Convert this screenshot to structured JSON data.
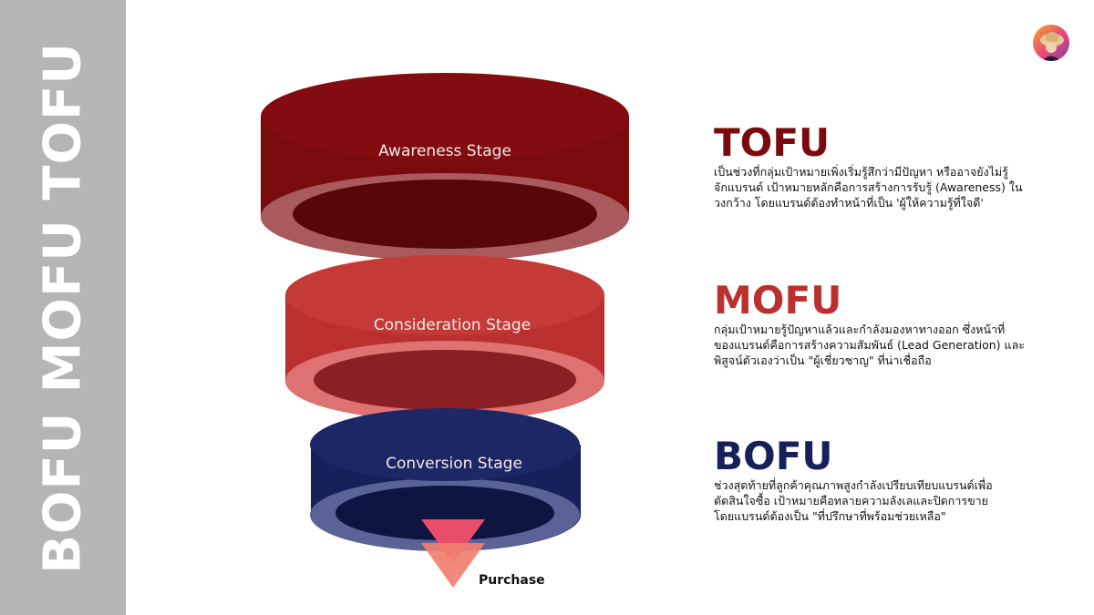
{
  "sidebar": {
    "title": "BOFU MOFU TOFU"
  },
  "avatar": {
    "icon": "person-with-hat-avatar-icon"
  },
  "colors": {
    "tofu": "#7a0b0d",
    "mofu": "#b9302f",
    "bofu": "#17205a",
    "arrow": "#ef5a6b"
  },
  "funnel": {
    "stages": [
      {
        "label": "Awareness Stage"
      },
      {
        "label": "Consideration Stage"
      },
      {
        "label": "Conversion Stage"
      }
    ],
    "end_label": "Purchase"
  },
  "descriptions": [
    {
      "title": "TOFU",
      "lines": [
        "เป็นช่วงที่กลุ่มเป้าหมายเพิ่งเริ่มรู้สึกว่ามีปัญหา  หรืออาจยังไม่รู้",
        "จักแบรนด์ เป้าหมายหลักคือการสร้างการรับรู้ (Awareness) ใน",
        "วงกว้าง โดยแบรนด์ต้องทำหน้าที่เป็น 'ผู้ให้ความรู้ที่ใจดี'"
      ]
    },
    {
      "title": "MOFU",
      "lines": [
        "กลุ่มเป้าหมายรู้ปัญหาแล้วและกำลังมองหาทางออก   ซึ่งหน้าที่",
        "ของแบรนด์คือการสร้างความสัมพันธ์ (Lead Generation) และ",
        "พิสูจน์ตัวเองว่าเป็น \"ผู้เชี่ยวชาญ\" ที่น่าเชื่อถือ"
      ]
    },
    {
      "title": "BOFU",
      "lines": [
        "ช่วงสุดท้ายที่ลูกค้าคุณภาพสูงกำลังเปรียบเทียบแบรนด์เพื่อ",
        "ตัดสินใจซื้อ เป้าหมายคือทลายความลังเลและปิดการขาย",
        "โดยแบรนด์ต้องเป็น \"ที่ปรึกษาที่พร้อมช่วยเหลือ\""
      ]
    }
  ]
}
